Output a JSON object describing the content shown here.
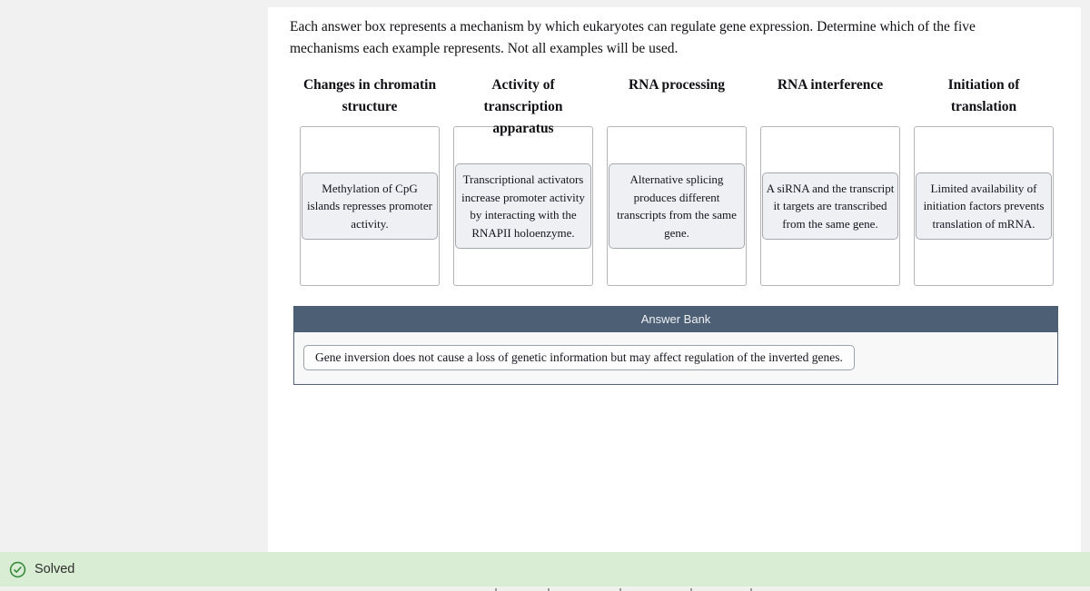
{
  "question": {
    "text": "Each answer box represents a mechanism by which eukaryotes can regulate gene expression. Determine which of the five mechanisms each example represents. Not all examples will be used."
  },
  "columns": [
    {
      "label": "Changes in chromatin structure",
      "card": "Methylation of CpG islands represses promoter activity."
    },
    {
      "label": "Activity of transcription apparatus",
      "card": "Transcriptional activators increase promoter activity by interacting with the RNAPII holoenzyme."
    },
    {
      "label": "RNA processing",
      "card": "Alternative splicing produces different transcripts from the same gene."
    },
    {
      "label": "RNA interference",
      "card": "A siRNA and the transcript it targets are transcribed from the same gene."
    },
    {
      "label": "Initiation of translation",
      "card": "Limited availability of initiation factors prevents translation of mRNA."
    }
  ],
  "answer_bank": {
    "title": "Answer Bank",
    "items": [
      "Gene inversion does not cause a loss of genetic information but may affect regulation of the inverted genes."
    ]
  },
  "status_bar": {
    "label": "Solved",
    "icon": "check-circle-icon"
  },
  "colors": {
    "bank-header-bg": "#4d5f75",
    "solved-bar-bg": "#d9edd4",
    "solved-green": "#3a8a3e",
    "card-bg": "#eef0f4"
  }
}
